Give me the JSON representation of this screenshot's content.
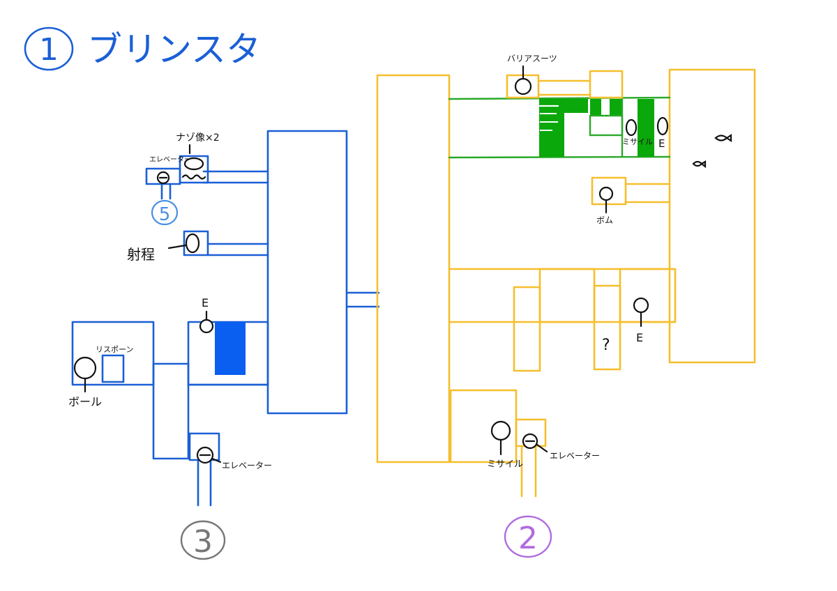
{
  "title": {
    "number": "1",
    "name": "ブリンスタ"
  },
  "colors": {
    "area1": "#1a5fd6",
    "area2": "#f5be2c",
    "green_zone": "#0aa80a",
    "marker": "#111111",
    "exit5": "#4a90e2",
    "exit3": "#777777",
    "exit2": "#b06be0"
  },
  "area1": {
    "items": {
      "missile_x2": "ナゾ像×2",
      "elevator_small": "エレベーター",
      "range": "射程",
      "energy": "E",
      "respawn": "リスポーン",
      "ball": "ボール",
      "elevator": "エレベーター"
    },
    "exits": {
      "to5": "5",
      "to3": "3"
    }
  },
  "area2": {
    "items": {
      "barrier_suit": "バリアスーツ",
      "missile_top": "ミサイル",
      "energy_top": "E",
      "bomb": "ボム",
      "energy_mid": "E",
      "unknown": "?",
      "missile_bottom": "ミサイル",
      "elevator_bottom": "エレベーター"
    },
    "exits": {
      "to2": "2"
    }
  }
}
